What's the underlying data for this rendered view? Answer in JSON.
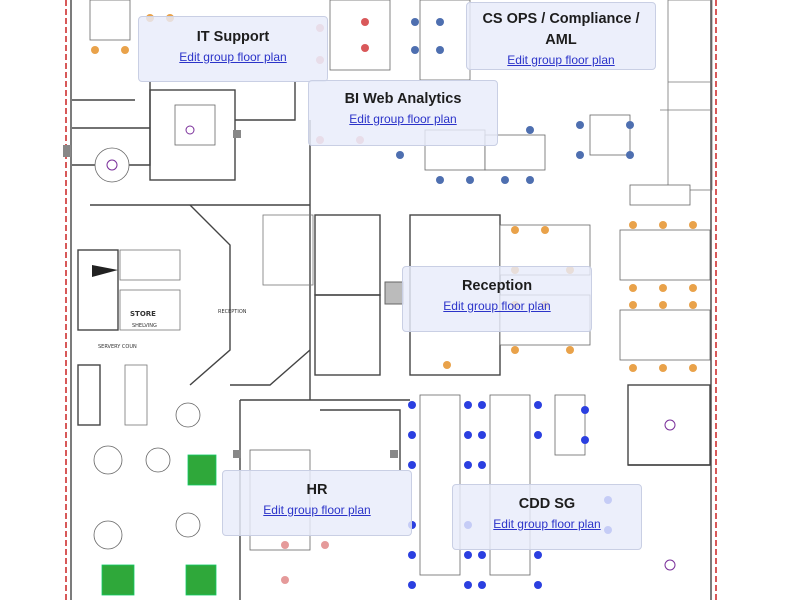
{
  "floor_plan": {
    "room_labels": {
      "store": "STORE",
      "reception_room": "RECEPTION",
      "shelving": "SHELVING",
      "servery": "SERVERY COUN"
    }
  },
  "groups": [
    {
      "id": "it-support",
      "title": "IT Support",
      "link": "Edit group floor plan"
    },
    {
      "id": "cs-ops",
      "title": "CS OPS / Compliance / AML",
      "link": "Edit group floor plan"
    },
    {
      "id": "bi-web",
      "title": "BI Web Analytics",
      "link": "Edit group floor plan"
    },
    {
      "id": "reception",
      "title": "Reception",
      "link": "Edit group floor plan"
    },
    {
      "id": "hr",
      "title": "HR",
      "link": "Edit group floor plan"
    },
    {
      "id": "cdd-sg",
      "title": "CDD SG",
      "link": "Edit group floor plan"
    }
  ],
  "colors": {
    "orange_chair": "#e9a24a",
    "red_chair": "#d9585a",
    "blue_chair": "#4e6fb0",
    "bright_blue_chair": "#2b3fe0",
    "pink_chair": "#e59a9a",
    "green_table": "#2fa83a",
    "wall_red": "#c22",
    "link": "#2b33c9"
  }
}
